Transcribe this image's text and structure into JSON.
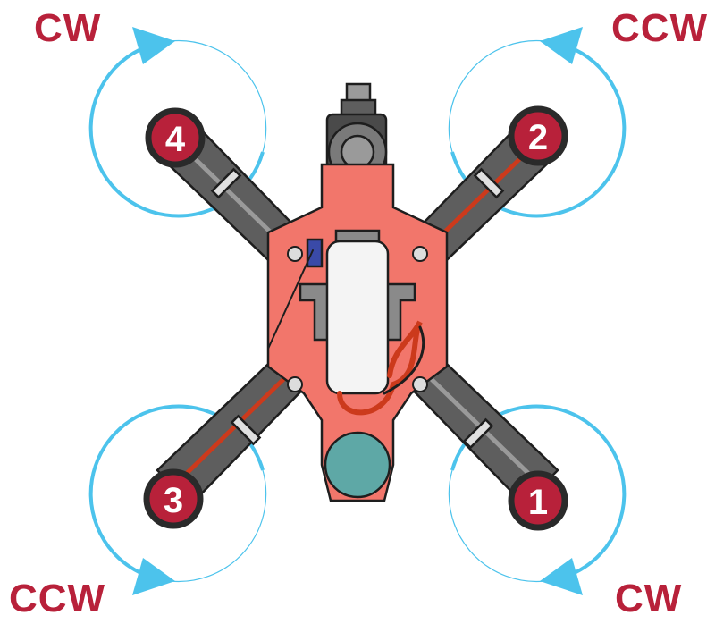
{
  "colors": {
    "accent_red": "#b8213a",
    "rotation_blue": "#4cc3ec",
    "board_salmon": "#f2766b",
    "arm_gray": "#5e5e5e",
    "outline": "#1e1e1e",
    "wire_red": "#cc3a1c",
    "battery_teal": "#5ea8a6"
  },
  "motors": [
    {
      "id": "4",
      "direction": "CW",
      "label": "4"
    },
    {
      "id": "2",
      "direction": "CCW",
      "label": "2"
    },
    {
      "id": "3",
      "direction": "CCW",
      "label": "3"
    },
    {
      "id": "1",
      "direction": "CW",
      "label": "1"
    }
  ],
  "labels": {
    "top_left": "CW",
    "top_right": "CCW",
    "bottom_left": "CCW",
    "bottom_right": "CW"
  }
}
